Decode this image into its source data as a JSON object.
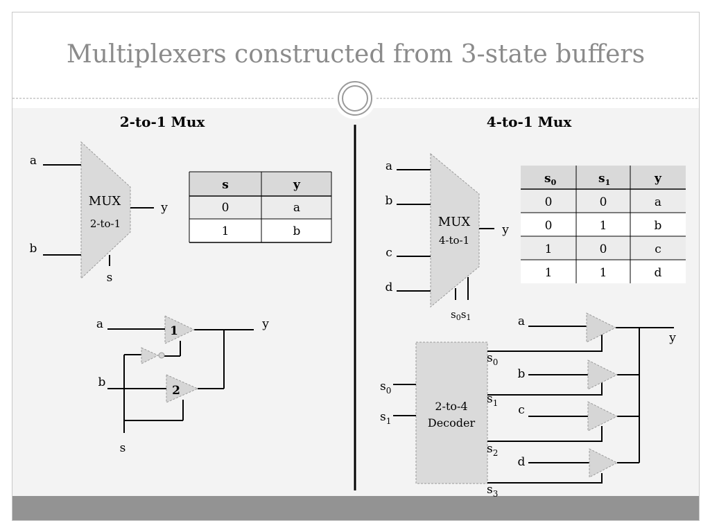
{
  "slide": {
    "title": "Multiplexers constructed from 3-state buffers"
  },
  "left": {
    "heading": "2-to-1 Mux",
    "block": {
      "inputs": [
        "a",
        "b"
      ],
      "label_line1": "MUX",
      "label_line2": "2-to-1",
      "output": "y",
      "select": "s"
    },
    "table": {
      "headers": [
        "s",
        "y"
      ],
      "rows": [
        [
          "0",
          "a"
        ],
        [
          "1",
          "b"
        ]
      ]
    },
    "circuit": {
      "input_a": "a",
      "input_b": "b",
      "select": "s",
      "output": "y",
      "buffer1": "1",
      "buffer2": "2"
    }
  },
  "right": {
    "heading": "4-to-1 Mux",
    "block": {
      "inputs": [
        "a",
        "b",
        "c",
        "d"
      ],
      "label_line1": "MUX",
      "label_line2": "4-to-1",
      "output": "y",
      "selects": [
        {
          "base": "s",
          "sub": "0"
        },
        {
          "base": "s",
          "sub": "1"
        }
      ]
    },
    "table": {
      "headers": [
        {
          "base": "s",
          "sub": "0"
        },
        {
          "base": "s",
          "sub": "1"
        },
        {
          "base": "y",
          "sub": ""
        }
      ],
      "rows": [
        [
          "0",
          "0",
          "a"
        ],
        [
          "0",
          "1",
          "b"
        ],
        [
          "1",
          "0",
          "c"
        ],
        [
          "1",
          "1",
          "d"
        ]
      ]
    },
    "circuit": {
      "decoder_line1": "2-to-4",
      "decoder_line2": "Decoder",
      "decoder_inputs": [
        {
          "base": "s",
          "sub": "0"
        },
        {
          "base": "s",
          "sub": "1"
        }
      ],
      "decoder_outputs": [
        {
          "base": "s",
          "sub": "0"
        },
        {
          "base": "s",
          "sub": "1"
        },
        {
          "base": "s",
          "sub": "2"
        },
        {
          "base": "s",
          "sub": "3"
        }
      ],
      "data_inputs": [
        "a",
        "b",
        "c",
        "d"
      ],
      "output": "y"
    }
  }
}
